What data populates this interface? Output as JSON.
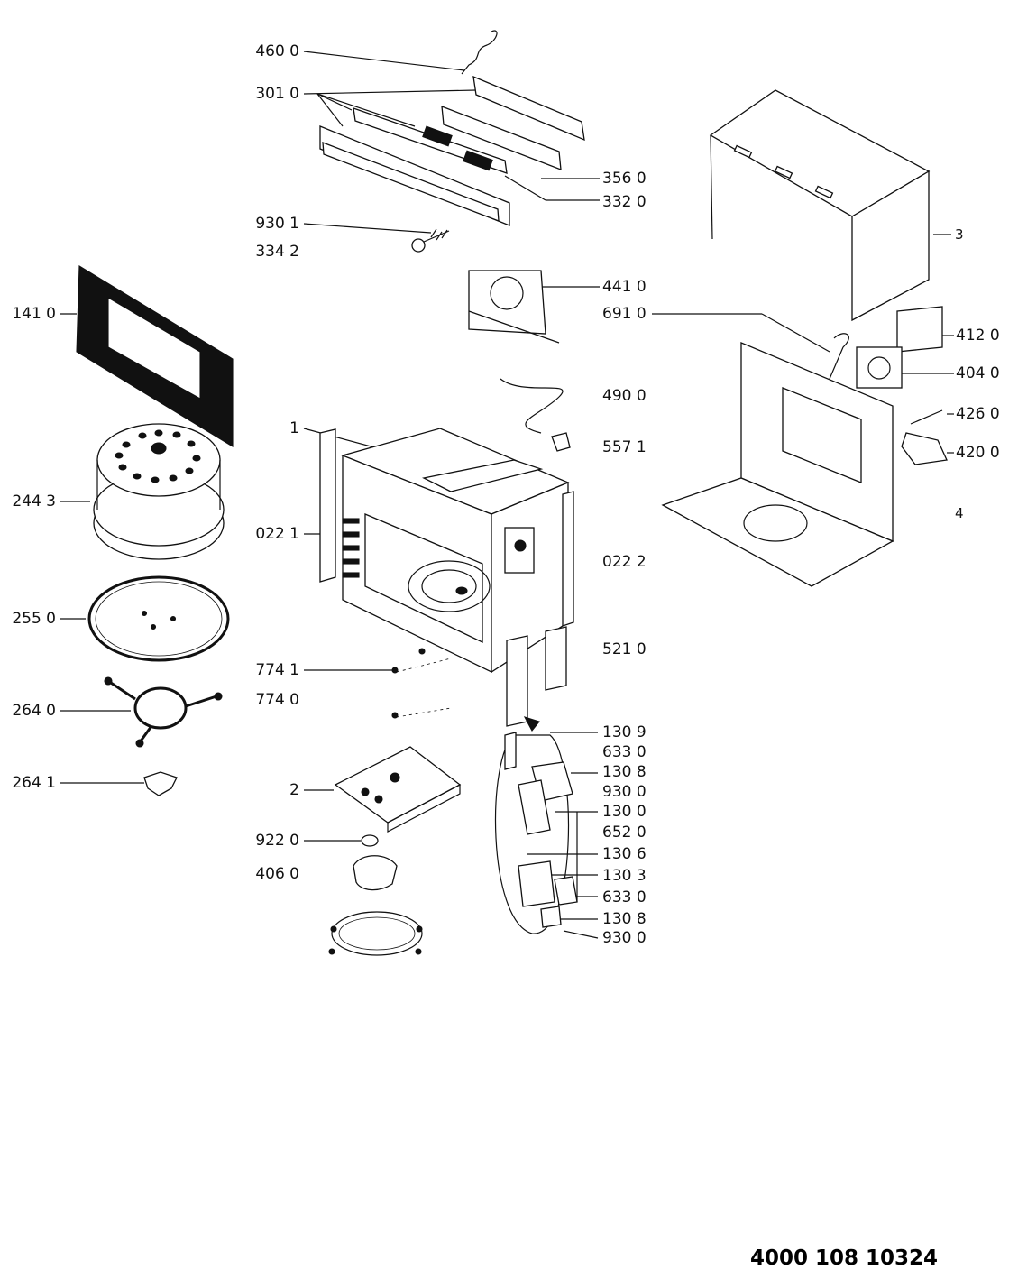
{
  "labels_left": [
    {
      "id": "460-0",
      "text": "460 0"
    },
    {
      "id": "301-0",
      "text": "301 0"
    },
    {
      "id": "930-1",
      "text": "930 1"
    },
    {
      "id": "334-2",
      "text": "334 2"
    },
    {
      "id": "141-0",
      "text": "141 0"
    },
    {
      "id": "1",
      "text": "1"
    },
    {
      "id": "244-3",
      "text": "244 3"
    },
    {
      "id": "022-1",
      "text": "022 1"
    },
    {
      "id": "255-0",
      "text": "255 0"
    },
    {
      "id": "774-1",
      "text": "774 1"
    },
    {
      "id": "774-0",
      "text": "774 0"
    },
    {
      "id": "264-0",
      "text": "264 0"
    },
    {
      "id": "264-1",
      "text": "264 1"
    },
    {
      "id": "2",
      "text": "2"
    },
    {
      "id": "922-0",
      "text": "922 0"
    },
    {
      "id": "406-0",
      "text": "406 0"
    }
  ],
  "labels_right": [
    {
      "id": "356-0",
      "text": "356 0"
    },
    {
      "id": "332-0",
      "text": "332 0"
    },
    {
      "id": "441-0",
      "text": "441 0"
    },
    {
      "id": "691-0",
      "text": "691 0"
    },
    {
      "id": "490-0",
      "text": "490 0"
    },
    {
      "id": "557-1",
      "text": "557 1"
    },
    {
      "id": "022-2",
      "text": "022 2"
    },
    {
      "id": "521-0",
      "text": "521 0"
    },
    {
      "id": "130-9",
      "text": "130 9"
    },
    {
      "id": "633-0-a",
      "text": "633 0"
    },
    {
      "id": "130-8-a",
      "text": "130 8"
    },
    {
      "id": "930-0-a",
      "text": "930 0"
    },
    {
      "id": "130-0",
      "text": "130 0"
    },
    {
      "id": "652-0",
      "text": "652 0"
    },
    {
      "id": "130-6",
      "text": "130 6"
    },
    {
      "id": "130-3",
      "text": "130 3"
    },
    {
      "id": "633-0-b",
      "text": "633 0"
    },
    {
      "id": "130-8-b",
      "text": "130 8"
    },
    {
      "id": "930-0-b",
      "text": "930 0"
    },
    {
      "id": "3",
      "text": "3"
    },
    {
      "id": "412-0",
      "text": "412 0"
    },
    {
      "id": "404-0",
      "text": "404 0"
    },
    {
      "id": "426-0",
      "text": "426 0"
    },
    {
      "id": "420-0",
      "text": "420 0"
    },
    {
      "id": "4",
      "text": "4"
    }
  ],
  "document_number": "4000 108 10324"
}
